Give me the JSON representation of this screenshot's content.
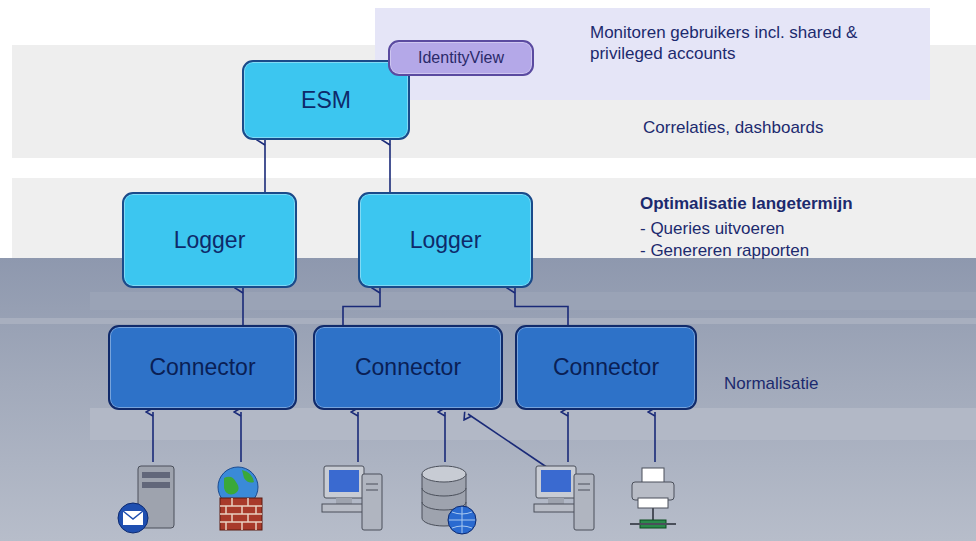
{
  "diagram": {
    "nodes": [
      {
        "text": [
          "IdentityView"
        ]
      },
      {
        "text": [
          "ESM"
        ]
      },
      {
        "text": [
          "Logger"
        ]
      },
      {
        "text": [
          "Logger"
        ]
      },
      {
        "text": [
          "Connector"
        ]
      },
      {
        "text": [
          "Connector"
        ]
      },
      {
        "text": [
          "Connector"
        ]
      }
    ],
    "edges": [
      {
        "from": 2,
        "to": 1,
        "arrow": "to"
      },
      {
        "from": 3,
        "to": 1,
        "arrow": "to"
      },
      {
        "from": 4,
        "to": 2,
        "arrow": "to"
      },
      {
        "from": 5,
        "to": 3,
        "arrow": "to"
      },
      {
        "from": 6,
        "to": 3,
        "arrow": "to"
      }
    ],
    "labels": [
      "Monitoren gebruikers incl. shared & privileged accounts",
      "Correlaties, dashboards",
      "Optimalisatie langetermijn",
      "- Queries uitvoeren",
      "- Genereren rapporten",
      "Normalisatie"
    ]
  }
}
